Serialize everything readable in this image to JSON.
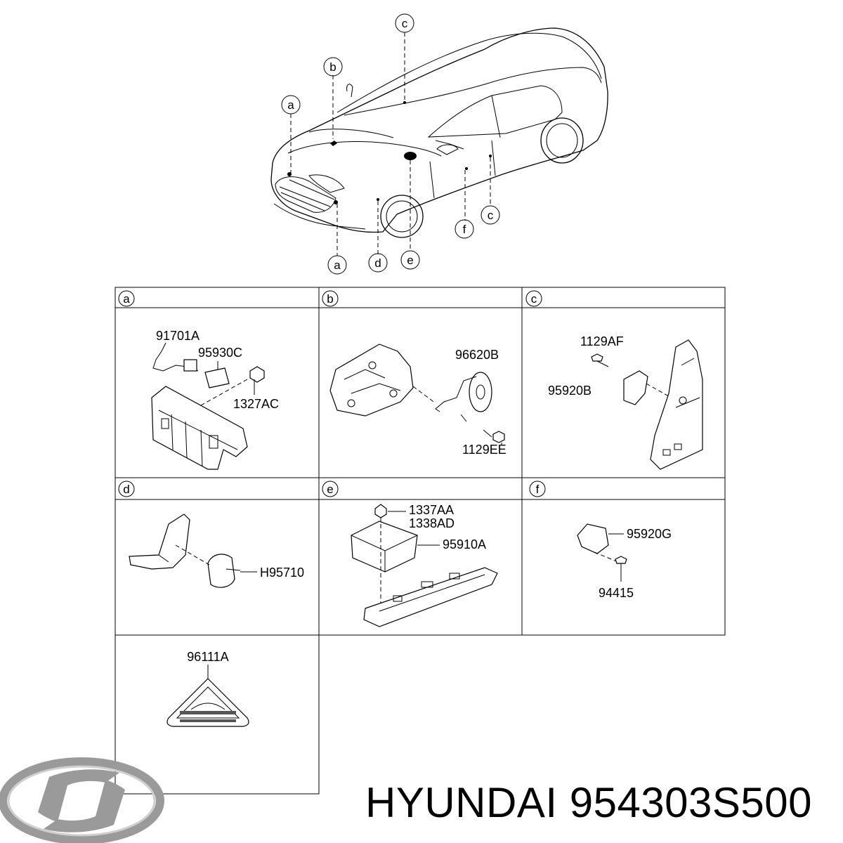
{
  "overview": {
    "callouts": [
      "c",
      "b",
      "a",
      "a",
      "d",
      "e",
      "f",
      "c"
    ]
  },
  "panels": [
    {
      "id": "a",
      "label": "a",
      "parts": [
        "91701A",
        "95930C",
        "1327AC"
      ]
    },
    {
      "id": "b",
      "label": "b",
      "parts": [
        "96620B",
        "1129EE"
      ]
    },
    {
      "id": "c",
      "label": "c",
      "parts": [
        "1129AF",
        "95920B"
      ]
    },
    {
      "id": "d",
      "label": "d",
      "parts": [
        "H95710"
      ]
    },
    {
      "id": "e",
      "label": "e",
      "parts": [
        "1337AA",
        "1338AD",
        "95910A"
      ]
    },
    {
      "id": "f",
      "label": "f",
      "parts": [
        "95920G",
        "94415"
      ]
    },
    {
      "id": "g",
      "label": "",
      "parts": [
        "96111A"
      ]
    }
  ],
  "footer": {
    "brand": "HYUNDAI",
    "part_number": "954303S500",
    "text": "HYUNDAI 954303S500",
    "logo_icon": "hyundai-logo-icon",
    "logo_color": "#9a9a9a"
  }
}
